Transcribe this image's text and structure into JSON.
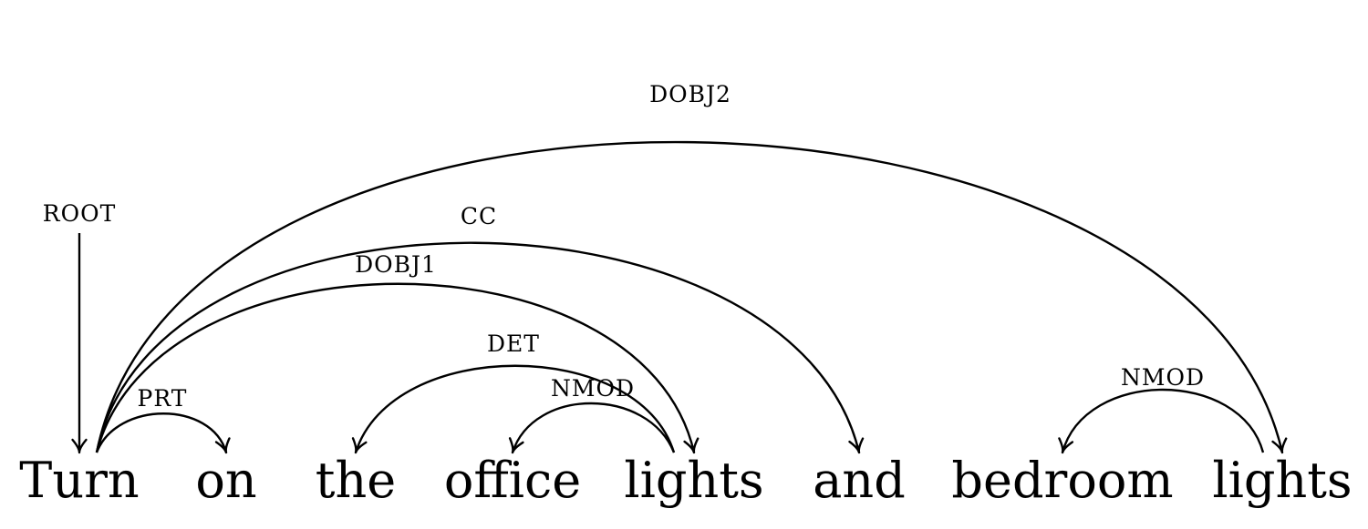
{
  "colors": {
    "background": "#ffffff",
    "ink": "#000000"
  },
  "sentence": {
    "tokens": [
      {
        "id": "turn",
        "text": "Turn"
      },
      {
        "id": "on",
        "text": "on"
      },
      {
        "id": "the",
        "text": "the"
      },
      {
        "id": "office",
        "text": "office"
      },
      {
        "id": "lights1",
        "text": "lights"
      },
      {
        "id": "and",
        "text": "and"
      },
      {
        "id": "bedroom",
        "text": "bedroom"
      },
      {
        "id": "lights2",
        "text": "lights"
      }
    ]
  },
  "dependencies": [
    {
      "id": "root",
      "label": "ROOT",
      "head": null,
      "dependent": "turn"
    },
    {
      "id": "prt",
      "label": "PRT",
      "head": "turn",
      "dependent": "on"
    },
    {
      "id": "det",
      "label": "DET",
      "head": "lights1",
      "dependent": "the"
    },
    {
      "id": "nmod1",
      "label": "NMOD",
      "head": "lights1",
      "dependent": "office"
    },
    {
      "id": "dobj1",
      "label": "DOBJ1",
      "head": "turn",
      "dependent": "lights1"
    },
    {
      "id": "cc",
      "label": "CC",
      "head": "turn",
      "dependent": "and"
    },
    {
      "id": "nmod2",
      "label": "NMOD",
      "head": "lights2",
      "dependent": "bedroom"
    },
    {
      "id": "dobj2",
      "label": "DOBJ2",
      "head": "turn",
      "dependent": "lights2"
    }
  ]
}
